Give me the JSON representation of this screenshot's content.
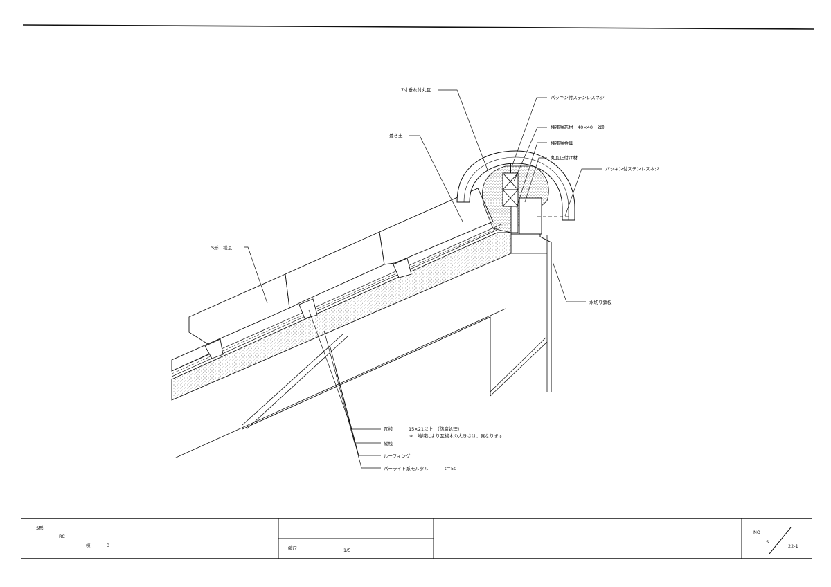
{
  "labels": {
    "maru_gawara": "7寸垂れ付丸瓦",
    "packing_screw_1": "パッキン付ステンレスネジ",
    "hokyo_shinzai": "棟補強芯材　40×40　2段",
    "fukitsuchi": "葺き土",
    "hokyo_kanagu": "棟補強金具",
    "marugawara_tomezai": "丸瓦止付け材",
    "packing_screw_2": "パッキン付ステンレスネジ",
    "s_gawara": "S形　桟瓦",
    "mizukiri": "水切り鉄板",
    "kawarazan": "瓦桟",
    "kawarazan_size": "15×21以上　（防腐処理）",
    "kawarazan_note": "※　地域により瓦桟木の大きさは、異なります",
    "tatezan": "縦桟",
    "roofing": "ルーフィング",
    "mortar": "パーライト系モルタル",
    "mortar_thickness": "t＝50"
  },
  "title_block": {
    "line1": "S形",
    "line2": "RC",
    "line3_label": "棟",
    "line3_value": "3",
    "scale_label": "縮尺",
    "scale_value": "1/5",
    "no_label": "NO",
    "no_prefix": "S",
    "no_value": "22-1"
  }
}
